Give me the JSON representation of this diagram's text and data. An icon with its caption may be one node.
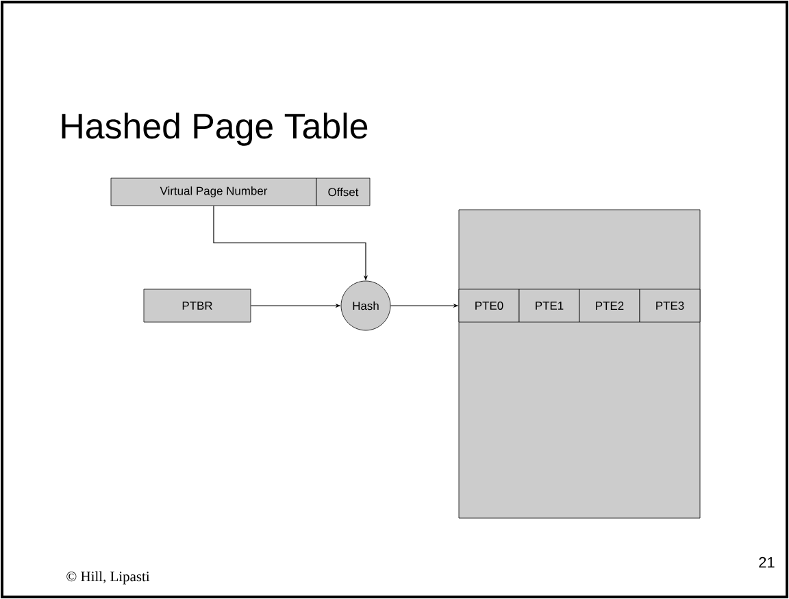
{
  "diagram": {
    "title": "Hashed Page Table",
    "nodes": [
      {
        "text": [
          "Virtual Page Number"
        ]
      },
      {
        "text": [
          "Offset"
        ]
      },
      {
        "text": [
          "PTBR"
        ]
      },
      {
        "text": [
          "Hash"
        ]
      },
      {
        "text": [],
        "shape": "box"
      },
      {
        "text": [
          "PTE0"
        ],
        "in": 4
      },
      {
        "text": [
          "PTE1"
        ],
        "in": 4
      },
      {
        "text": [
          "PTE2"
        ],
        "in": 4
      },
      {
        "text": [
          "PTE3"
        ],
        "in": 4
      }
    ],
    "edges": [
      {
        "from": 0,
        "to": 3,
        "arrow": "to"
      },
      {
        "from": 2,
        "to": 3,
        "arrow": "to"
      },
      {
        "from": 3,
        "to": 5,
        "arrow": "to"
      }
    ],
    "labels": [
      "21",
      "© Hill, Lipasti"
    ]
  }
}
